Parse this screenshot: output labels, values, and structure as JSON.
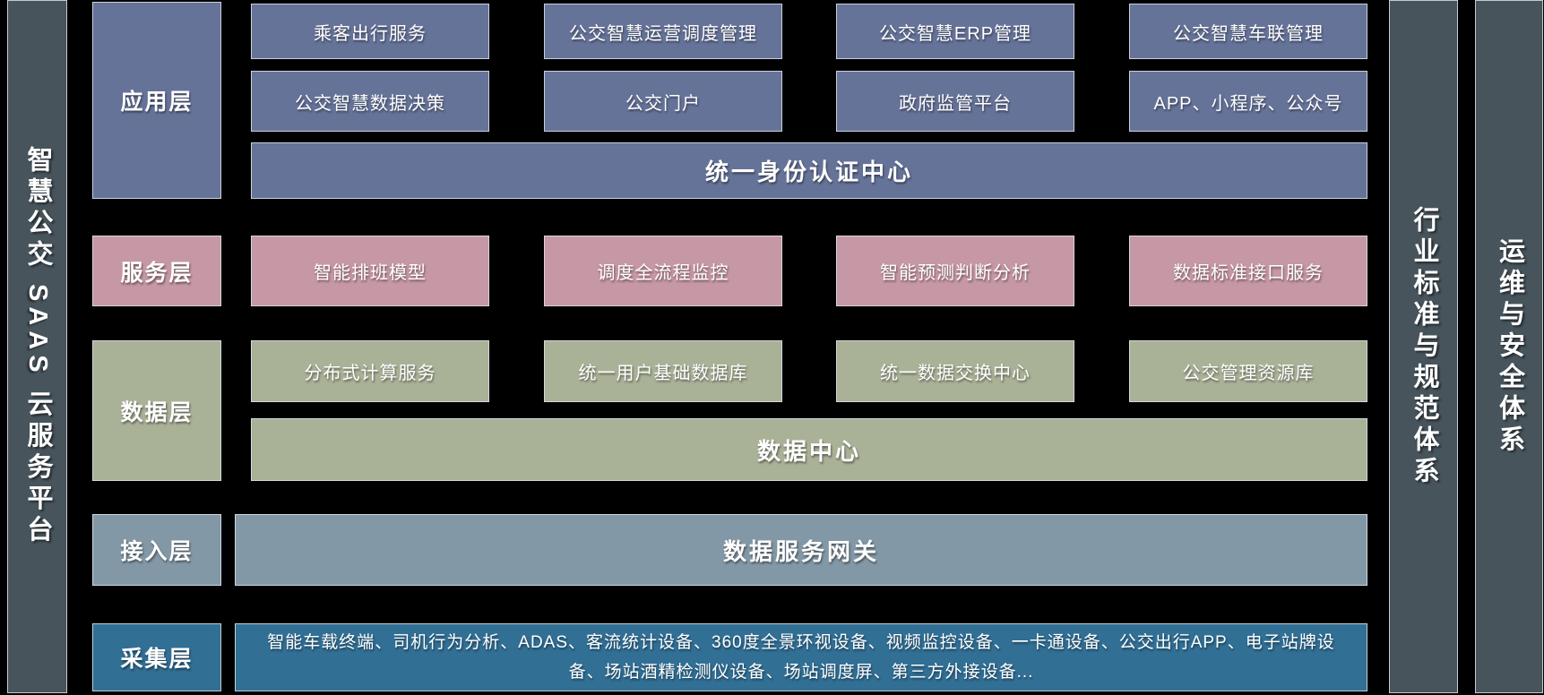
{
  "diagram": {
    "left_bar": "智慧公交 SAAS 云服务平台",
    "right_bar_1": "行业标准与规范体系",
    "right_bar_2": "运维与安全体系"
  },
  "layers": {
    "application": {
      "label": "应用层",
      "row1": [
        "乘客出行服务",
        "公交智慧运营调度管理",
        "公交智慧ERP管理",
        "公交智慧车联管理"
      ],
      "row2": [
        "公交智慧数据决策",
        "公交门户",
        "政府监管平台",
        "APP、小程序、公众号"
      ],
      "full_width": "统一身份认证中心"
    },
    "service": {
      "label": "服务层",
      "row1": [
        "智能排班模型",
        "调度全流程监控",
        "智能预测判断分析",
        "数据标准接口服务"
      ]
    },
    "data": {
      "label": "数据层",
      "row1": [
        "分布式计算服务",
        "统一用户基础数据库",
        "统一数据交换中心",
        "公交管理资源库"
      ],
      "full_width": "数据中心"
    },
    "access": {
      "label": "接入层",
      "full_width": "数据服务网关"
    },
    "collection": {
      "label": "采集层",
      "full_width": "智能车载终端、司机行为分析、ADAS、客流统计设备、360度全景环视设备、视频监控设备、一卡通设备、公交出行APP、电子站牌设备、场站酒精检测仪设备、场站调度屏、第三方外接设备..."
    }
  },
  "palette": {
    "background": "#000000",
    "side_bar": "#47545c",
    "application": "#667399",
    "service": "#c697a4",
    "data": "#a9b197",
    "access": "#8398a6",
    "collection": "#316f95",
    "text": "#ffffff"
  }
}
